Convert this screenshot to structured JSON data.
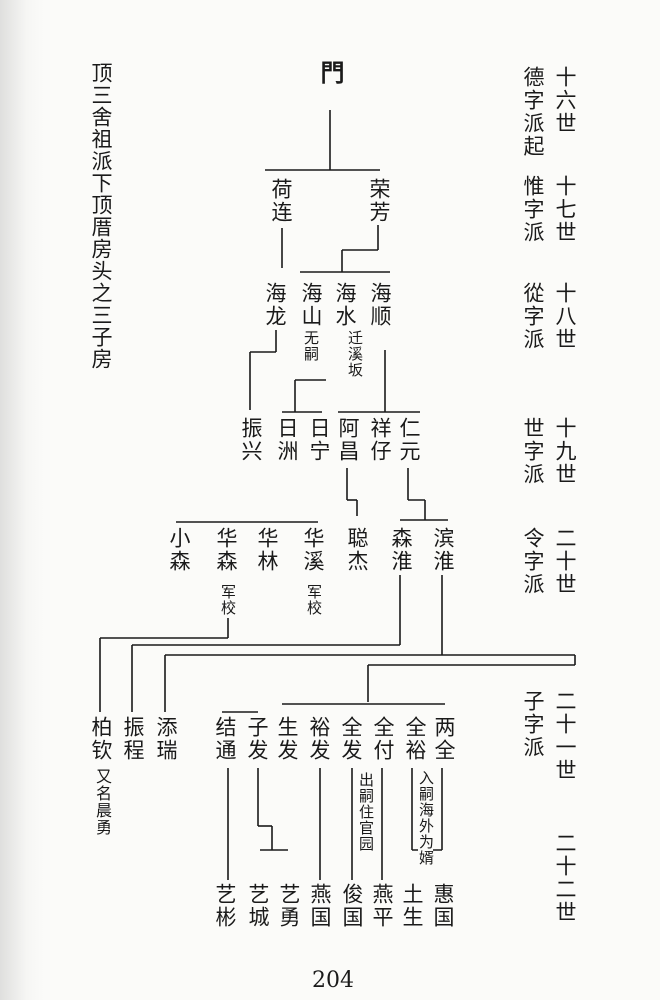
{
  "side_title": "顶三舍祖派下顶厝房头之三子房",
  "root_mark": "門",
  "generations": [
    {
      "gen": "十六世",
      "branch": "德字派起"
    },
    {
      "gen": "十七世",
      "branch": "惟字派"
    },
    {
      "gen": "十八世",
      "branch": "從字派"
    },
    {
      "gen": "十九世",
      "branch": "世字派"
    },
    {
      "gen": "二十世",
      "branch": "令字派"
    },
    {
      "gen": "二十一世",
      "branch": "子字派"
    },
    {
      "gen": "二十二世",
      "branch": ""
    }
  ],
  "members": {
    "helian": "荷连",
    "rongfang": "荣芳",
    "hailong": "海龙",
    "haishan": "海山",
    "haishui": "海水",
    "haishun": "海顺",
    "zhenxing": "振兴",
    "rizhou": "日洲",
    "rining": "日宁",
    "achang": "阿昌",
    "xiangzai": "祥仔",
    "renyuan": "仁元",
    "xiaosen": "小森",
    "huasen": "华森",
    "hualin": "华林",
    "huaxi": "华溪",
    "congjie": "聪杰",
    "senhuai": "森淮",
    "binhuai": "滨淮",
    "boqin": "柏钦",
    "zhencheng": "振程",
    "tianrui": "添瑞",
    "jietong": "结通",
    "zifa": "子发",
    "shengfa": "生发",
    "yufa": "裕发",
    "quanfa": "全发",
    "quanfu": "全付",
    "quanyu": "全裕",
    "liangquan": "两全",
    "yibin": "艺彬",
    "yicheng": "艺城",
    "yiyong": "艺勇",
    "yanguo": "燕国",
    "junguo": "俊国",
    "yanping": "燕平",
    "tusheng": "土生",
    "huiguo": "惠国"
  },
  "notes": {
    "haishan": "无嗣",
    "haishui": "迁溪坂",
    "huasen": "军校",
    "huaxi": "军校",
    "boqin": "又名晨勇",
    "quanfa": "出嗣住官园",
    "quanyu": "入嗣海外为婿"
  },
  "page_number": "204"
}
